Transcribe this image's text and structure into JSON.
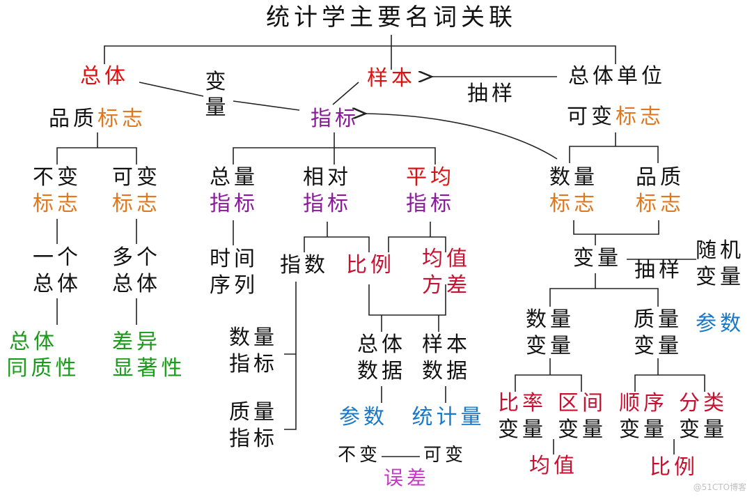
{
  "title": "统计学主要名词关联",
  "nodes": {
    "zongti": "总体",
    "yangben": "样本",
    "zongti_danwei": "总体单位",
    "choyang_top": "抽样",
    "bianliang_top_1": "变",
    "bianliang_top_2": "量",
    "pinzhi_1": "品质",
    "pinzhi_2": "标志",
    "zhibiao": "指标",
    "kebian_1": "可变",
    "kebian_2": "标志",
    "bubian_1": "不变",
    "bubian_2": "标志",
    "kebian2_1": "可变",
    "kebian2_2": "标志",
    "zongliang_1": "总量",
    "zongliang_2": "指标",
    "xiangdui_1": "相对",
    "xiangdui_2": "指标",
    "pingjun_1": "平均",
    "pingjun_2": "指标",
    "shuliang_1": "数量",
    "shuliang_2": "标志",
    "pinzhi2_1": "品质",
    "pinzhi2_2": "标志",
    "yige_1": "一个",
    "yige_2": "总体",
    "duoge_1": "多个",
    "duoge_2": "总体",
    "shijian_1": "时间",
    "shijian_2": "序列",
    "zhishu": "指数",
    "bili": "比例",
    "junzhi_1": "均值",
    "junzhi_2": "方差",
    "bianliang_mid": "变量",
    "suiji_1": "随机",
    "suiji_2": "变量",
    "chouyang_mid": "抽样",
    "zongti_tz_1": "总体",
    "zongti_tz_2": "同质性",
    "chayi_1": "差异",
    "chayi_2": "显著性",
    "shuliangzb_1": "数量",
    "shuliangzb_2": "指标",
    "zhiliangzb_1": "质量",
    "zhiliangzb_2": "指标",
    "zongtishuju_1": "总体",
    "zongtishuju_2": "数据",
    "yangbenshuju_1": "样本",
    "yangbenshuju_2": "数据",
    "canshu_mid": "参数",
    "tongjiliang": "统计量",
    "bubian_b": "不变",
    "kebian_b": "可变",
    "wucha": "误差",
    "shuliangbl_1": "数量",
    "shuliangbl_2": "变量",
    "zhiliangbl_1": "质量",
    "zhiliangbl_2": "变量",
    "canshu_right": "参数",
    "bilv_1": "比率",
    "bilv_2": "变量",
    "qujian_1": "区间",
    "qujian_2": "变量",
    "shunxu_1": "顺序",
    "shunxu_2": "变量",
    "fenlei_1": "分类",
    "fenlei_2": "变量",
    "junzhi_b": "均值",
    "bili_b": "比例"
  },
  "watermark": "@51CTO博客",
  "colors": {
    "black": "#111111",
    "red": "#e01010",
    "orange": "#e07820",
    "purple": "#8a1a9a",
    "green": "#1a9a1a",
    "blue": "#1a78c8",
    "crimson": "#c81030",
    "magenta": "#c838c8"
  }
}
